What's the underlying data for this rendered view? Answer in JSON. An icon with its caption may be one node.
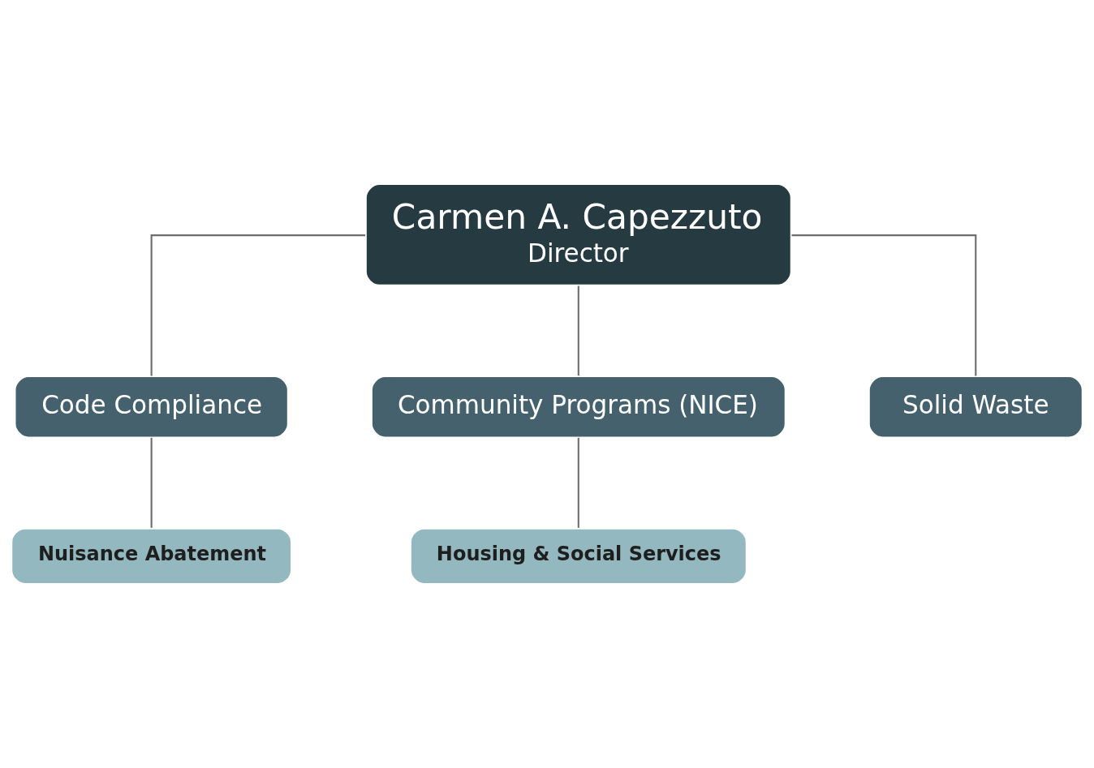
{
  "diagram": {
    "nodes": [
      {
        "text": [
          "Carmen A. Capezzuto",
          "Director"
        ]
      },
      {
        "text": [
          "Code Compliance"
        ]
      },
      {
        "text": [
          "Community Programs (NICE)"
        ]
      },
      {
        "text": [
          "Solid Waste"
        ]
      },
      {
        "text": [
          "Nuisance Abatement"
        ]
      },
      {
        "text": [
          "Housing & Social Services"
        ]
      }
    ],
    "edges": [
      {
        "from": 0,
        "to": 1,
        "arrow": "none"
      },
      {
        "from": 0,
        "to": 2,
        "arrow": "none"
      },
      {
        "from": 0,
        "to": 3,
        "arrow": "none"
      },
      {
        "from": 1,
        "to": 4,
        "arrow": "none"
      },
      {
        "from": 2,
        "to": 5,
        "arrow": "none"
      }
    ]
  }
}
